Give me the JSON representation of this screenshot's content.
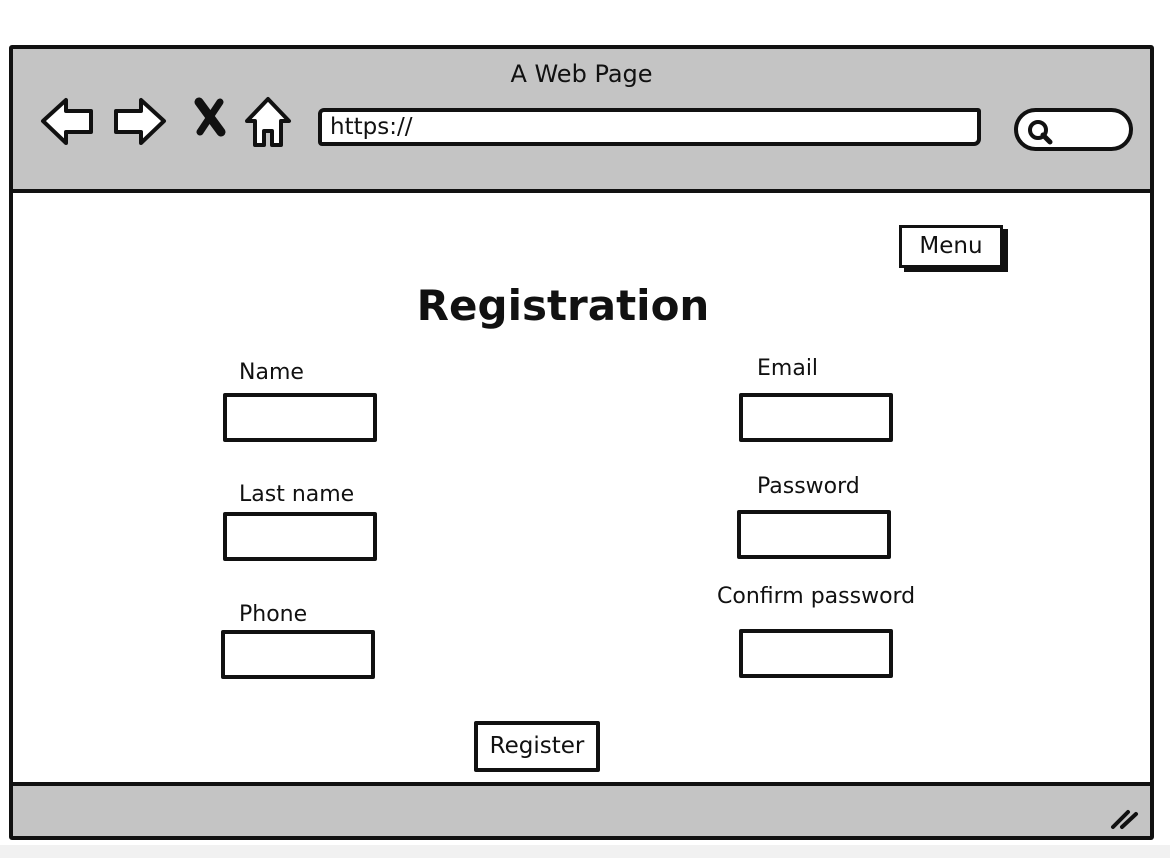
{
  "window": {
    "title": "A Web Page"
  },
  "toolbar": {
    "back_icon": "back-arrow-icon",
    "forward_icon": "forward-arrow-icon",
    "stop_icon": "close-icon",
    "home_icon": "home-icon",
    "url": "https://",
    "search_icon": "search-icon"
  },
  "page": {
    "menu_label": "Menu",
    "title": "Registration",
    "register_label": "Register",
    "fields": {
      "name": {
        "label": "Name",
        "value": ""
      },
      "last_name": {
        "label": "Last name",
        "value": ""
      },
      "phone": {
        "label": "Phone",
        "value": ""
      },
      "email": {
        "label": "Email",
        "value": ""
      },
      "password": {
        "label": "Password",
        "value": ""
      },
      "confirm_password": {
        "label": "Confirm password",
        "value": ""
      }
    }
  },
  "statusbar": {
    "resize_icon": "resize-grip-icon"
  },
  "colors": {
    "chrome": "#c4c4c4",
    "stroke": "#111111",
    "background": "#ffffff"
  }
}
